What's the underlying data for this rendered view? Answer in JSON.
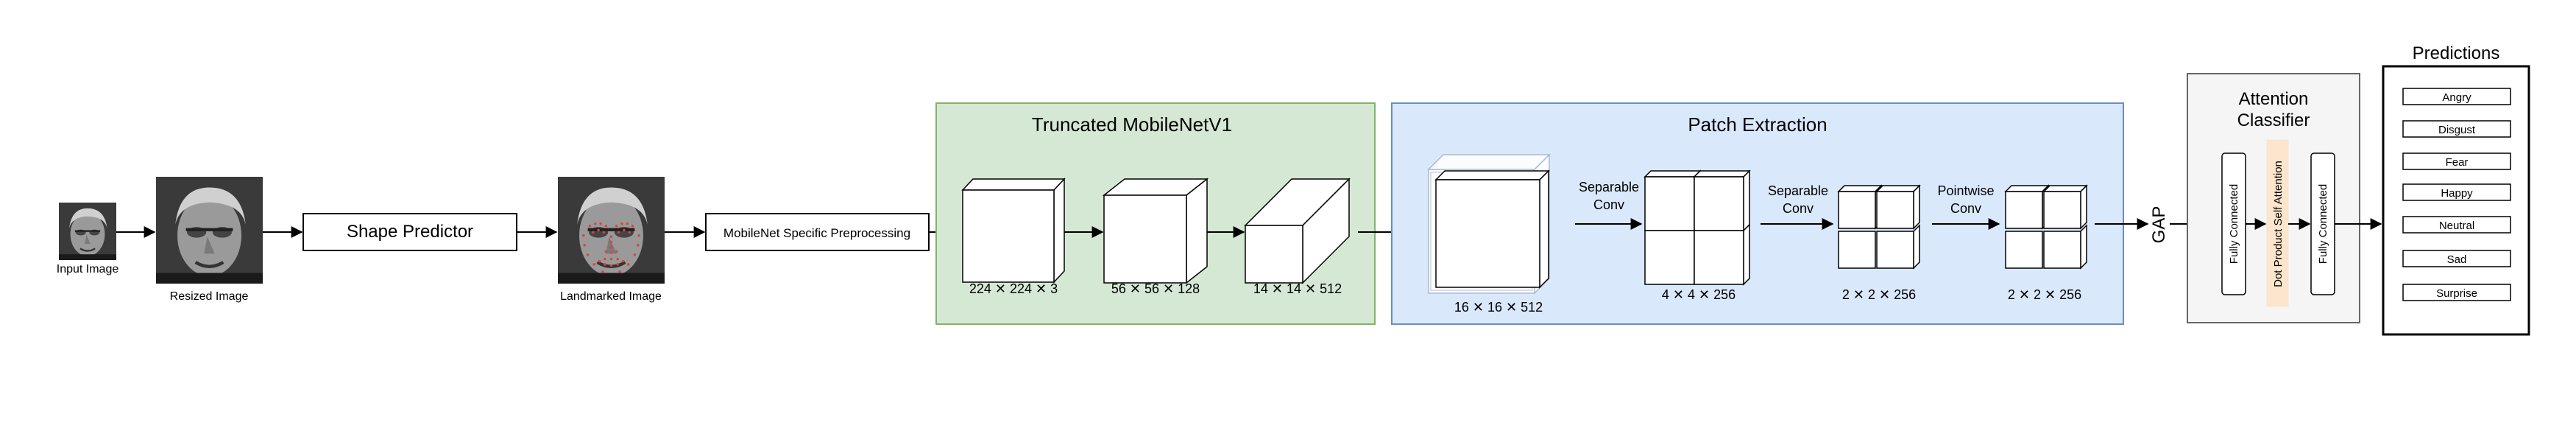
{
  "input_stage": {
    "input_image_label": "Input Image",
    "resized_image_label": "Resized Image",
    "shape_predictor_label": "Shape Predictor",
    "landmarked_image_label": "Landmarked Image",
    "preprocessing_label": "MobileNet Specific Preprocessing"
  },
  "truncated_mobilenet": {
    "title": "Truncated MobileNetV1",
    "dims": [
      "224 ✕ 224 ✕ 3",
      "56 ✕ 56 ✕ 128",
      "14 ✕ 14 ✕ 512"
    ],
    "color": "#d5e8d4",
    "border": "#82b366"
  },
  "patch_extraction": {
    "title": "Patch Extraction",
    "stack_dim": "16 ✕ 16 ✕ 512",
    "op1": [
      "Separable",
      "Conv"
    ],
    "dim1": "4 ✕ 4 ✕ 256",
    "op2": [
      "Separable",
      "Conv"
    ],
    "dim2": "2 ✕ 2 ✕ 256",
    "op3": [
      "Pointwise",
      "Conv"
    ],
    "dim3": "2 ✕ 2 ✕ 256",
    "color": "#dae8fc",
    "border": "#6c8ebf"
  },
  "gap_label": "GAP",
  "attention_classifier": {
    "title_line1": "Attention",
    "title_line2": "Classifier",
    "fc1": "Fully Connected",
    "attention": "Dot Product Self Attention",
    "fc2": "Fully Connected",
    "attention_color": "#fbe5cd"
  },
  "predictions": {
    "title": "Predictions",
    "classes": [
      "Angry",
      "Disgust",
      "Fear",
      "Happy",
      "Neutral",
      "Sad",
      "Surprise"
    ]
  }
}
